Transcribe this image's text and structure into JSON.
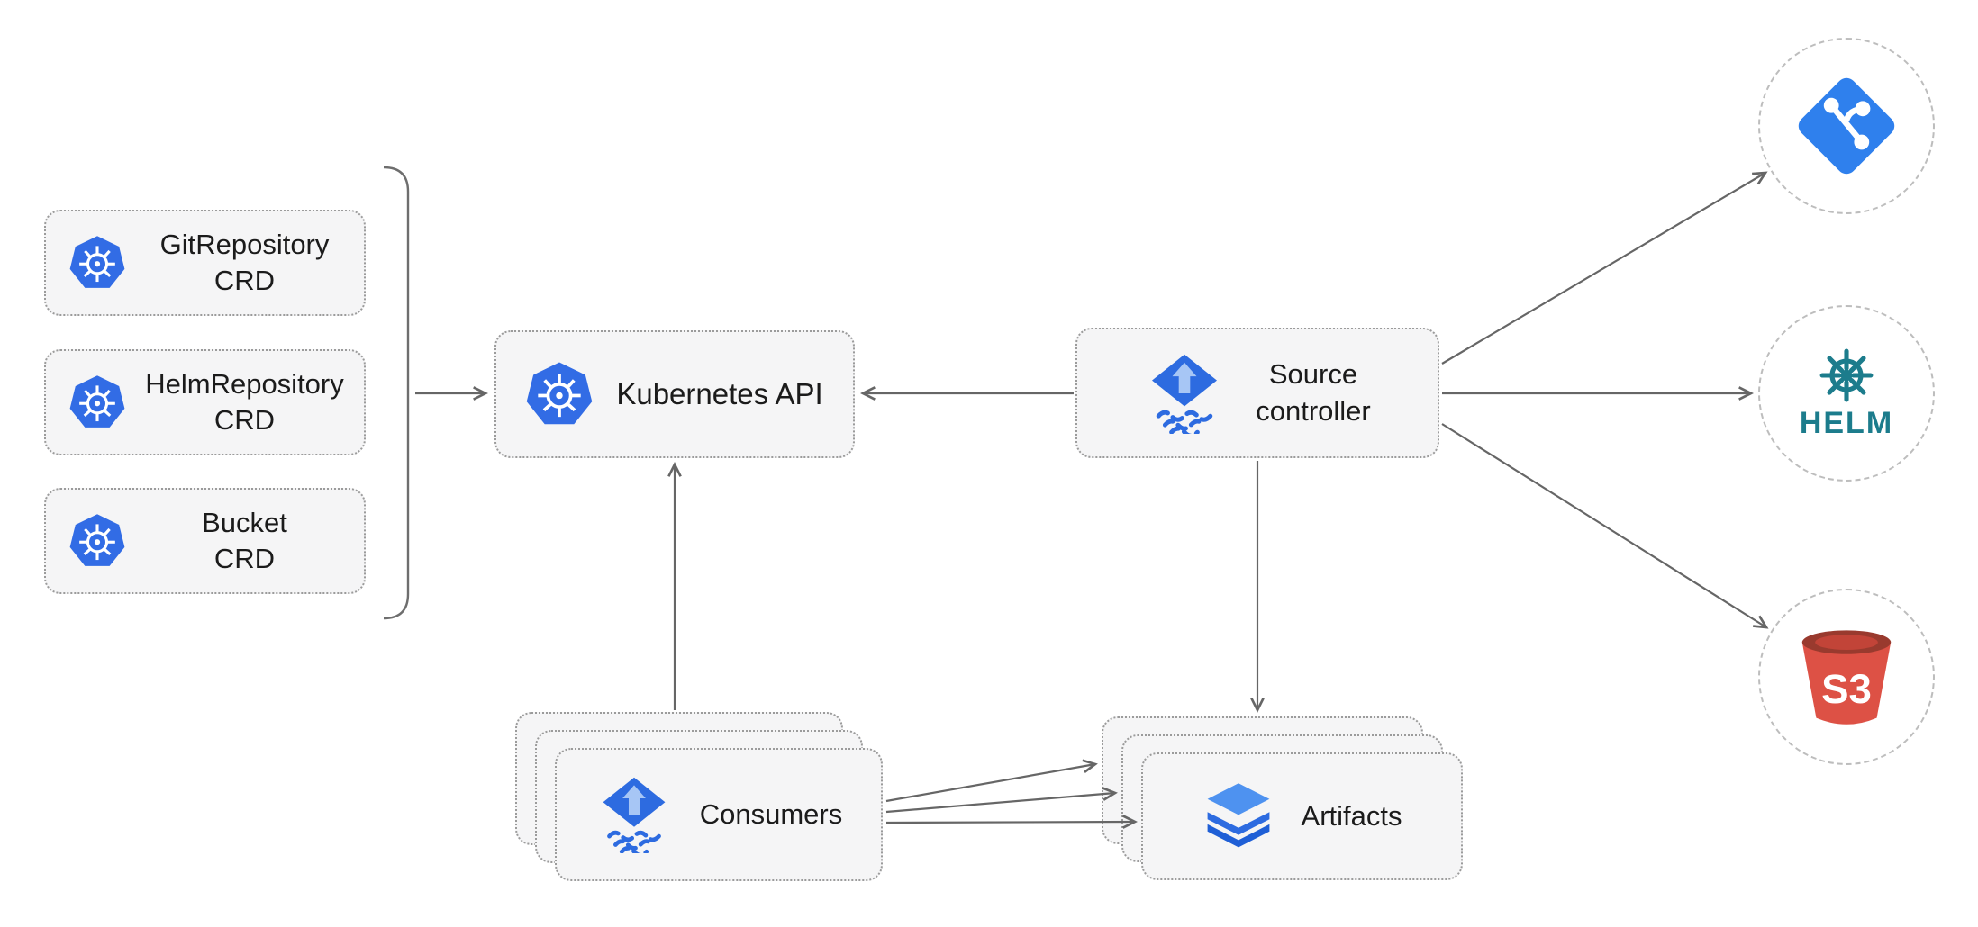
{
  "diagram": {
    "type": "architecture-diagram",
    "subject": "source-controller",
    "nodes": {
      "git_repository_crd": {
        "line1": "GitRepository",
        "line2": "CRD",
        "icon": "kubernetes-icon"
      },
      "helm_repository_crd": {
        "line1": "HelmRepository",
        "line2": "CRD",
        "icon": "kubernetes-icon"
      },
      "bucket_crd": {
        "line1": "Bucket",
        "line2": "CRD",
        "icon": "kubernetes-icon"
      },
      "kubernetes_api": {
        "label": "Kubernetes API",
        "icon": "kubernetes-icon"
      },
      "source_controller": {
        "line1": "Source",
        "line2": "controller",
        "icon": "flux-icon"
      },
      "consumers": {
        "label": "Consumers",
        "icon": "flux-icon",
        "stacked": true
      },
      "artifacts": {
        "label": "Artifacts",
        "icon": "layers-icon",
        "stacked": true
      },
      "git_endpoint": {
        "icon": "git-icon"
      },
      "helm_endpoint": {
        "label": "HELM",
        "icon": "helm-wheel-icon"
      },
      "s3_endpoint": {
        "label": "S3",
        "icon": "s3-bucket-icon"
      }
    },
    "edges": [
      {
        "from": "crd-group",
        "to": "kubernetes_api"
      },
      {
        "from": "source_controller",
        "to": "kubernetes_api"
      },
      {
        "from": "consumers",
        "to": "kubernetes_api"
      },
      {
        "from": "source_controller",
        "to": "artifacts"
      },
      {
        "from": "source_controller",
        "to": "git_endpoint"
      },
      {
        "from": "source_controller",
        "to": "helm_endpoint"
      },
      {
        "from": "source_controller",
        "to": "s3_endpoint"
      },
      {
        "from": "consumers",
        "to": "artifacts"
      },
      {
        "from": "consumers",
        "to": "artifacts"
      },
      {
        "from": "consumers",
        "to": "artifacts"
      }
    ],
    "colors": {
      "kubernetes_blue": "#326CE5",
      "flux_blue": "#2D6BE0",
      "flux_light_blue": "#A7C6F5",
      "git_blue": "#2F80ED",
      "helm_teal": "#1C7C8C",
      "s3_red": "#DD5145",
      "s3_dark_red": "#993A2E",
      "node_fill": "#F5F5F6",
      "node_border": "#9B9B9B",
      "arrow": "#666666"
    }
  }
}
